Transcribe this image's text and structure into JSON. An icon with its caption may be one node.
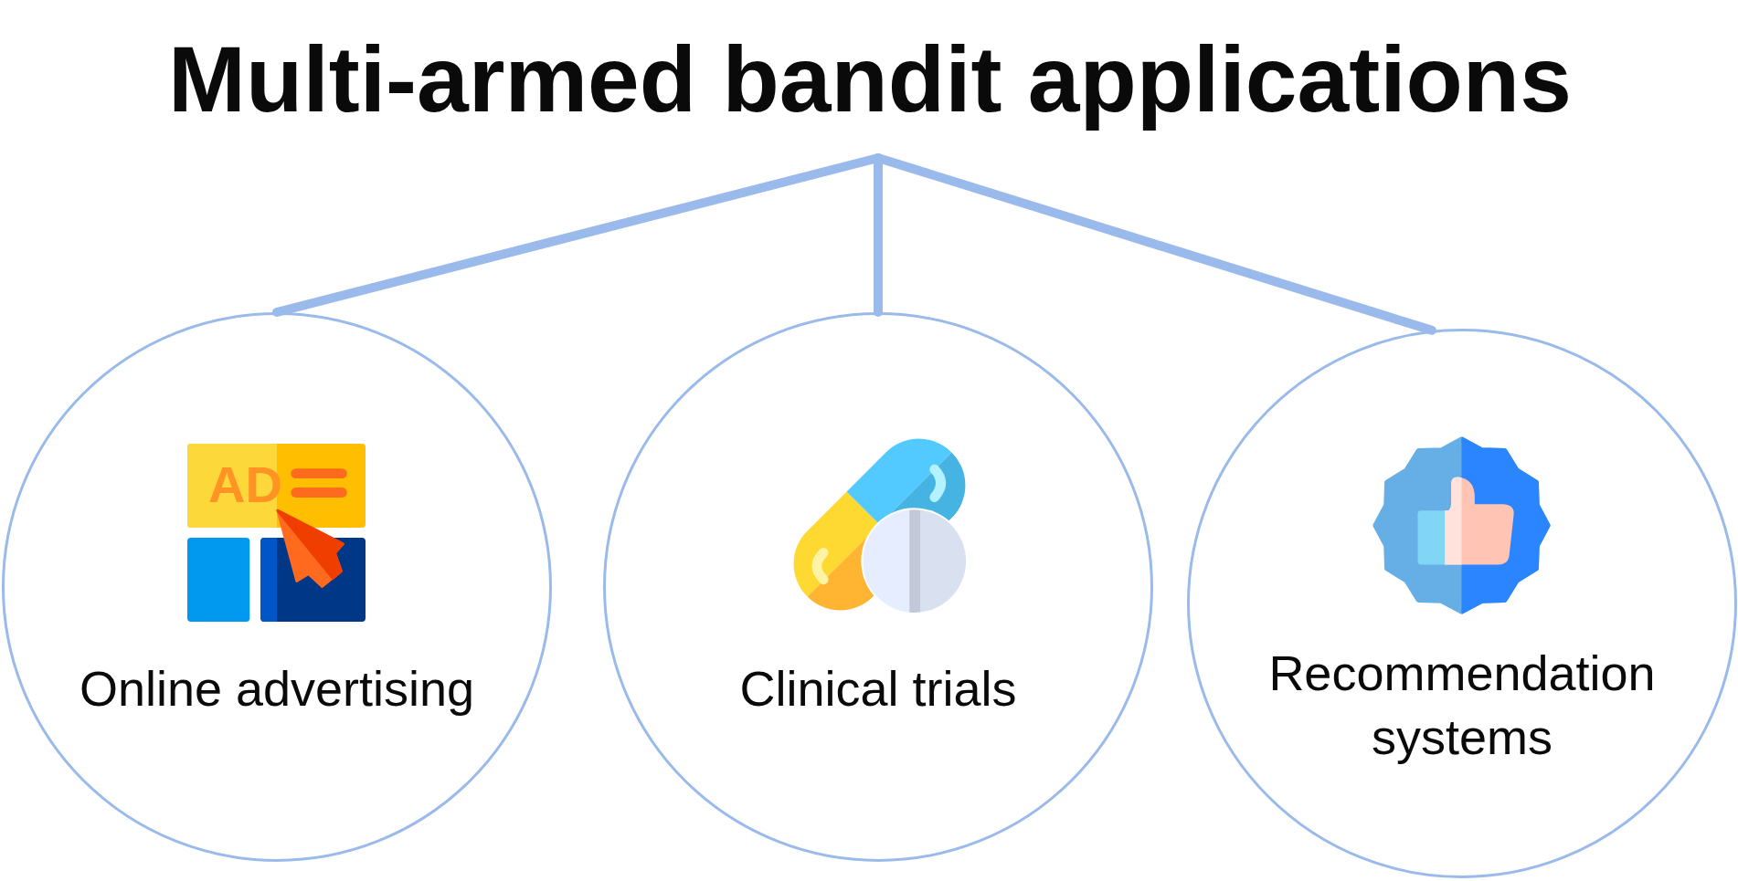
{
  "diagram": {
    "nodes": [
      {
        "text": [
          "Multi-armed bandit applications"
        ]
      },
      {
        "text": [
          "Online advertising"
        ]
      },
      {
        "text": [
          "Clinical trials"
        ]
      },
      {
        "text": [
          "Recommendation systems"
        ]
      }
    ],
    "edges": [
      {
        "from": 0,
        "to": 1,
        "arrow": "none"
      },
      {
        "from": 0,
        "to": 2,
        "arrow": "none"
      },
      {
        "from": 0,
        "to": 3,
        "arrow": "none"
      }
    ],
    "labels": [
      "AD"
    ]
  }
}
